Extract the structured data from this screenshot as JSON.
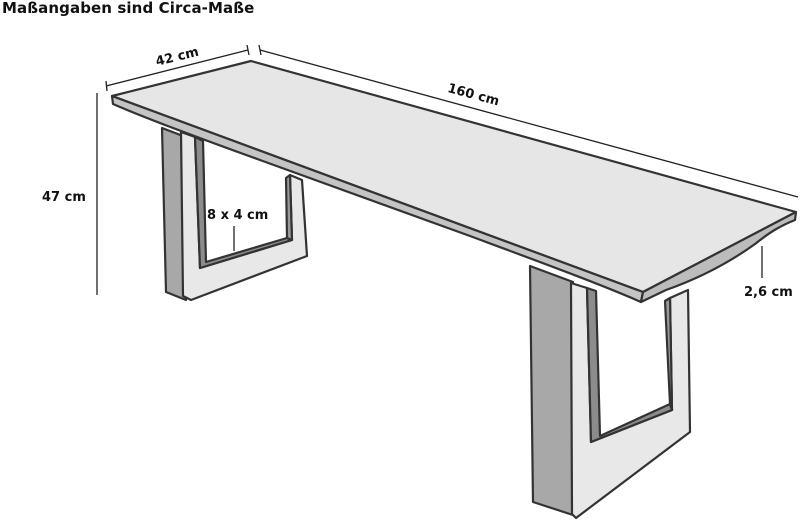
{
  "title": "Maßangaben sind Circa-Maße",
  "dimensions": {
    "depth": "42 cm",
    "length": "160 cm",
    "height": "47 cm",
    "leg_profile": "8 x 4 cm",
    "top_thickness": "2,6 cm"
  },
  "colors": {
    "tabletop": "#e6e6e6",
    "tabletop_edge": "#c4c4c4",
    "leg_front": "#e8e8e8",
    "leg_side": "#a8a8a8",
    "leg_inner": "#8c8c8c",
    "stroke": "#333333"
  }
}
